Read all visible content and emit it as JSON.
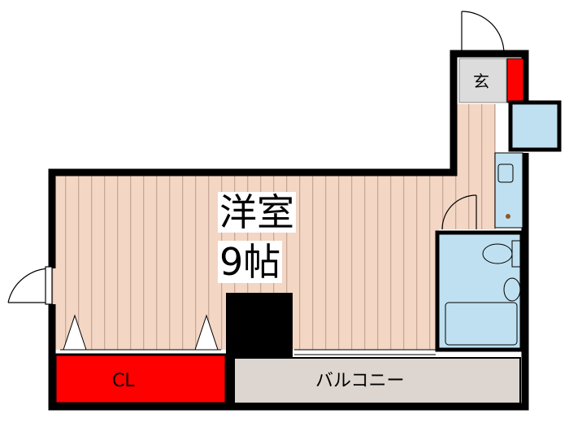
{
  "plan": {
    "room": {
      "name": "洋室",
      "size": "9帖"
    },
    "closet": {
      "label": "CL"
    },
    "balcony": {
      "label": "バルコニー"
    },
    "entrance": {
      "label": "玄"
    }
  },
  "colors": {
    "floor": "#f3d6c4",
    "floor_stripe": "#c9a899",
    "wall": "#000000",
    "closet": "#ff0000",
    "balcony": "#ddd5cf",
    "fixtures": "#bfe0f0",
    "entrance": "#dcdcdc"
  }
}
